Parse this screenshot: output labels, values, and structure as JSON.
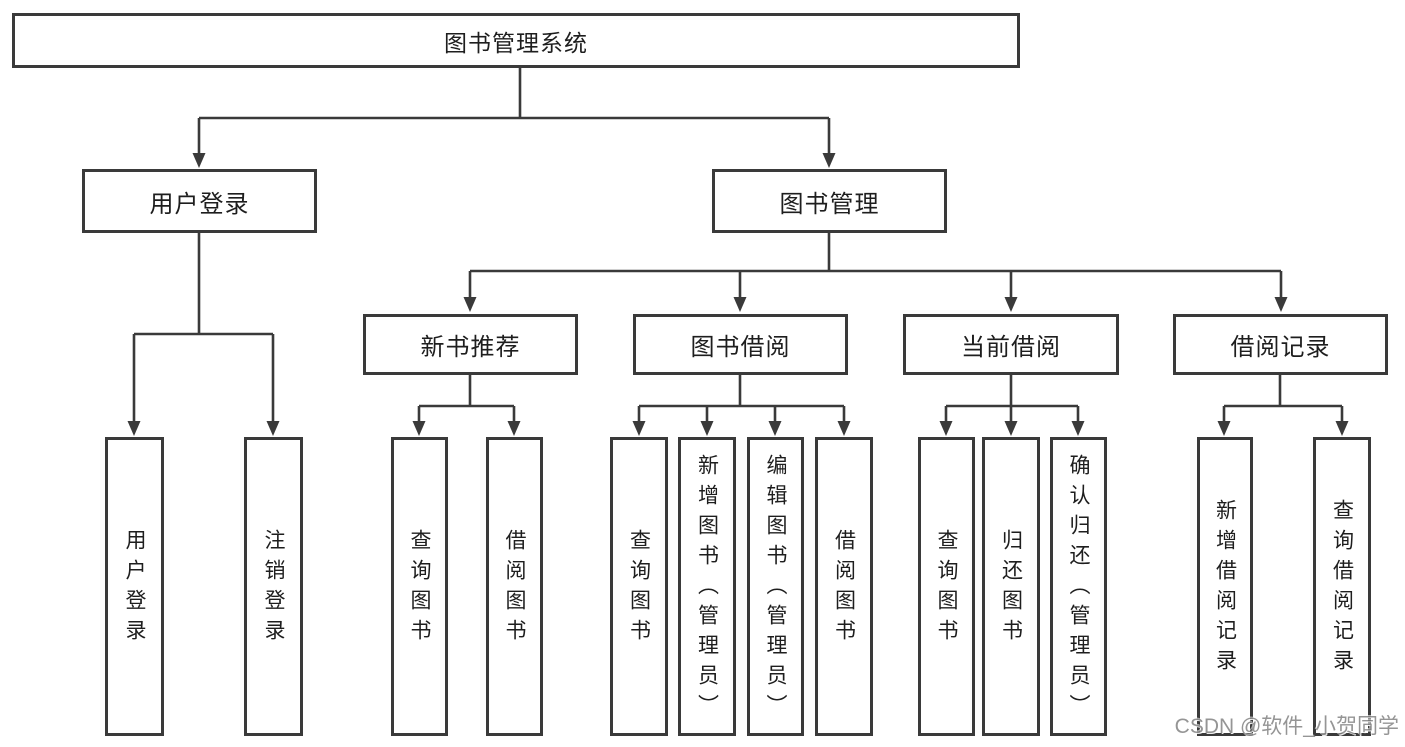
{
  "colors": {
    "line": "#3a3a3a",
    "box_border": "#3a3a3a",
    "box_background": "#ffffff",
    "text": "#1e1e1e",
    "watermark_text_color": "#828282"
  },
  "tree": {
    "root": "图书管理系统",
    "branches": [
      {
        "label": "用户登录",
        "children": [
          "用户登录",
          "注销登录"
        ]
      },
      {
        "label": "图书管理",
        "sections": [
          {
            "label": "新书推荐",
            "children": [
              "查询图书",
              "借阅图书"
            ]
          },
          {
            "label": "图书借阅",
            "children": [
              "查询图书",
              "新增图书（管理员）",
              "编辑图书（管理员）",
              "借阅图书"
            ]
          },
          {
            "label": "当前借阅",
            "children": [
              "查询图书",
              "归还图书",
              "确认归还（管理员）"
            ]
          },
          {
            "label": "借阅记录",
            "children": [
              "新增借阅记录",
              "查询借阅记录"
            ]
          }
        ]
      }
    ]
  },
  "watermark": {
    "text": "CSDN @软件_小贺同学"
  }
}
